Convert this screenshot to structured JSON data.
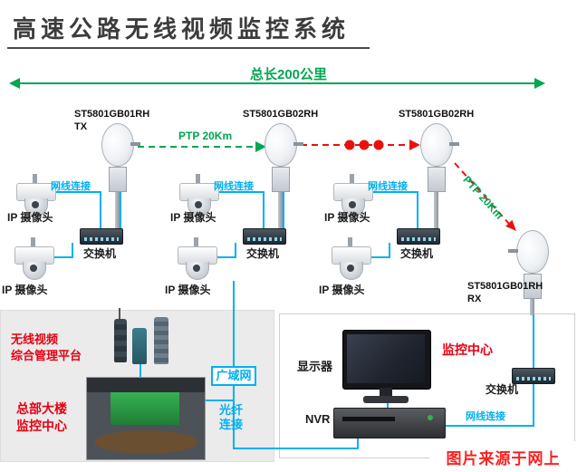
{
  "colors": {
    "green": "#00a651",
    "red": "#e8110f",
    "cyan": "#00b0f0",
    "label_red": "#e60012"
  },
  "title": "高速公路无线视频监控系统",
  "overview": {
    "total_length": "总长200公里"
  },
  "antennas": {
    "a1_model": "ST5801GB01RH",
    "a1_role": "TX",
    "a2_model": "ST5801GB02RH",
    "a3_model": "ST5801GB02RH",
    "a4_model": "ST5801GB01RH",
    "a4_role": "RX"
  },
  "links": {
    "ptp_1": "PTP 20Km",
    "ptp_2": "PTP 20Km"
  },
  "labels": {
    "camera": "IP 摄像头",
    "cable": "网线连接",
    "switch": "交换机"
  },
  "left_panel": {
    "platform_line1": "无线视频",
    "platform_line2": "综合管理平台",
    "hq_line1": "总部大楼",
    "hq_line2": "监控中心"
  },
  "wan": {
    "label": "广域网",
    "fiber_line1": "光纤",
    "fiber_line2": "连接"
  },
  "control_center": {
    "monitor_label": "显示器",
    "center_label": "监控中心",
    "nvr_label": "NVR",
    "switch_label": "交换机",
    "cable_label": "网线连接"
  },
  "watermark": "图片来源于网上"
}
